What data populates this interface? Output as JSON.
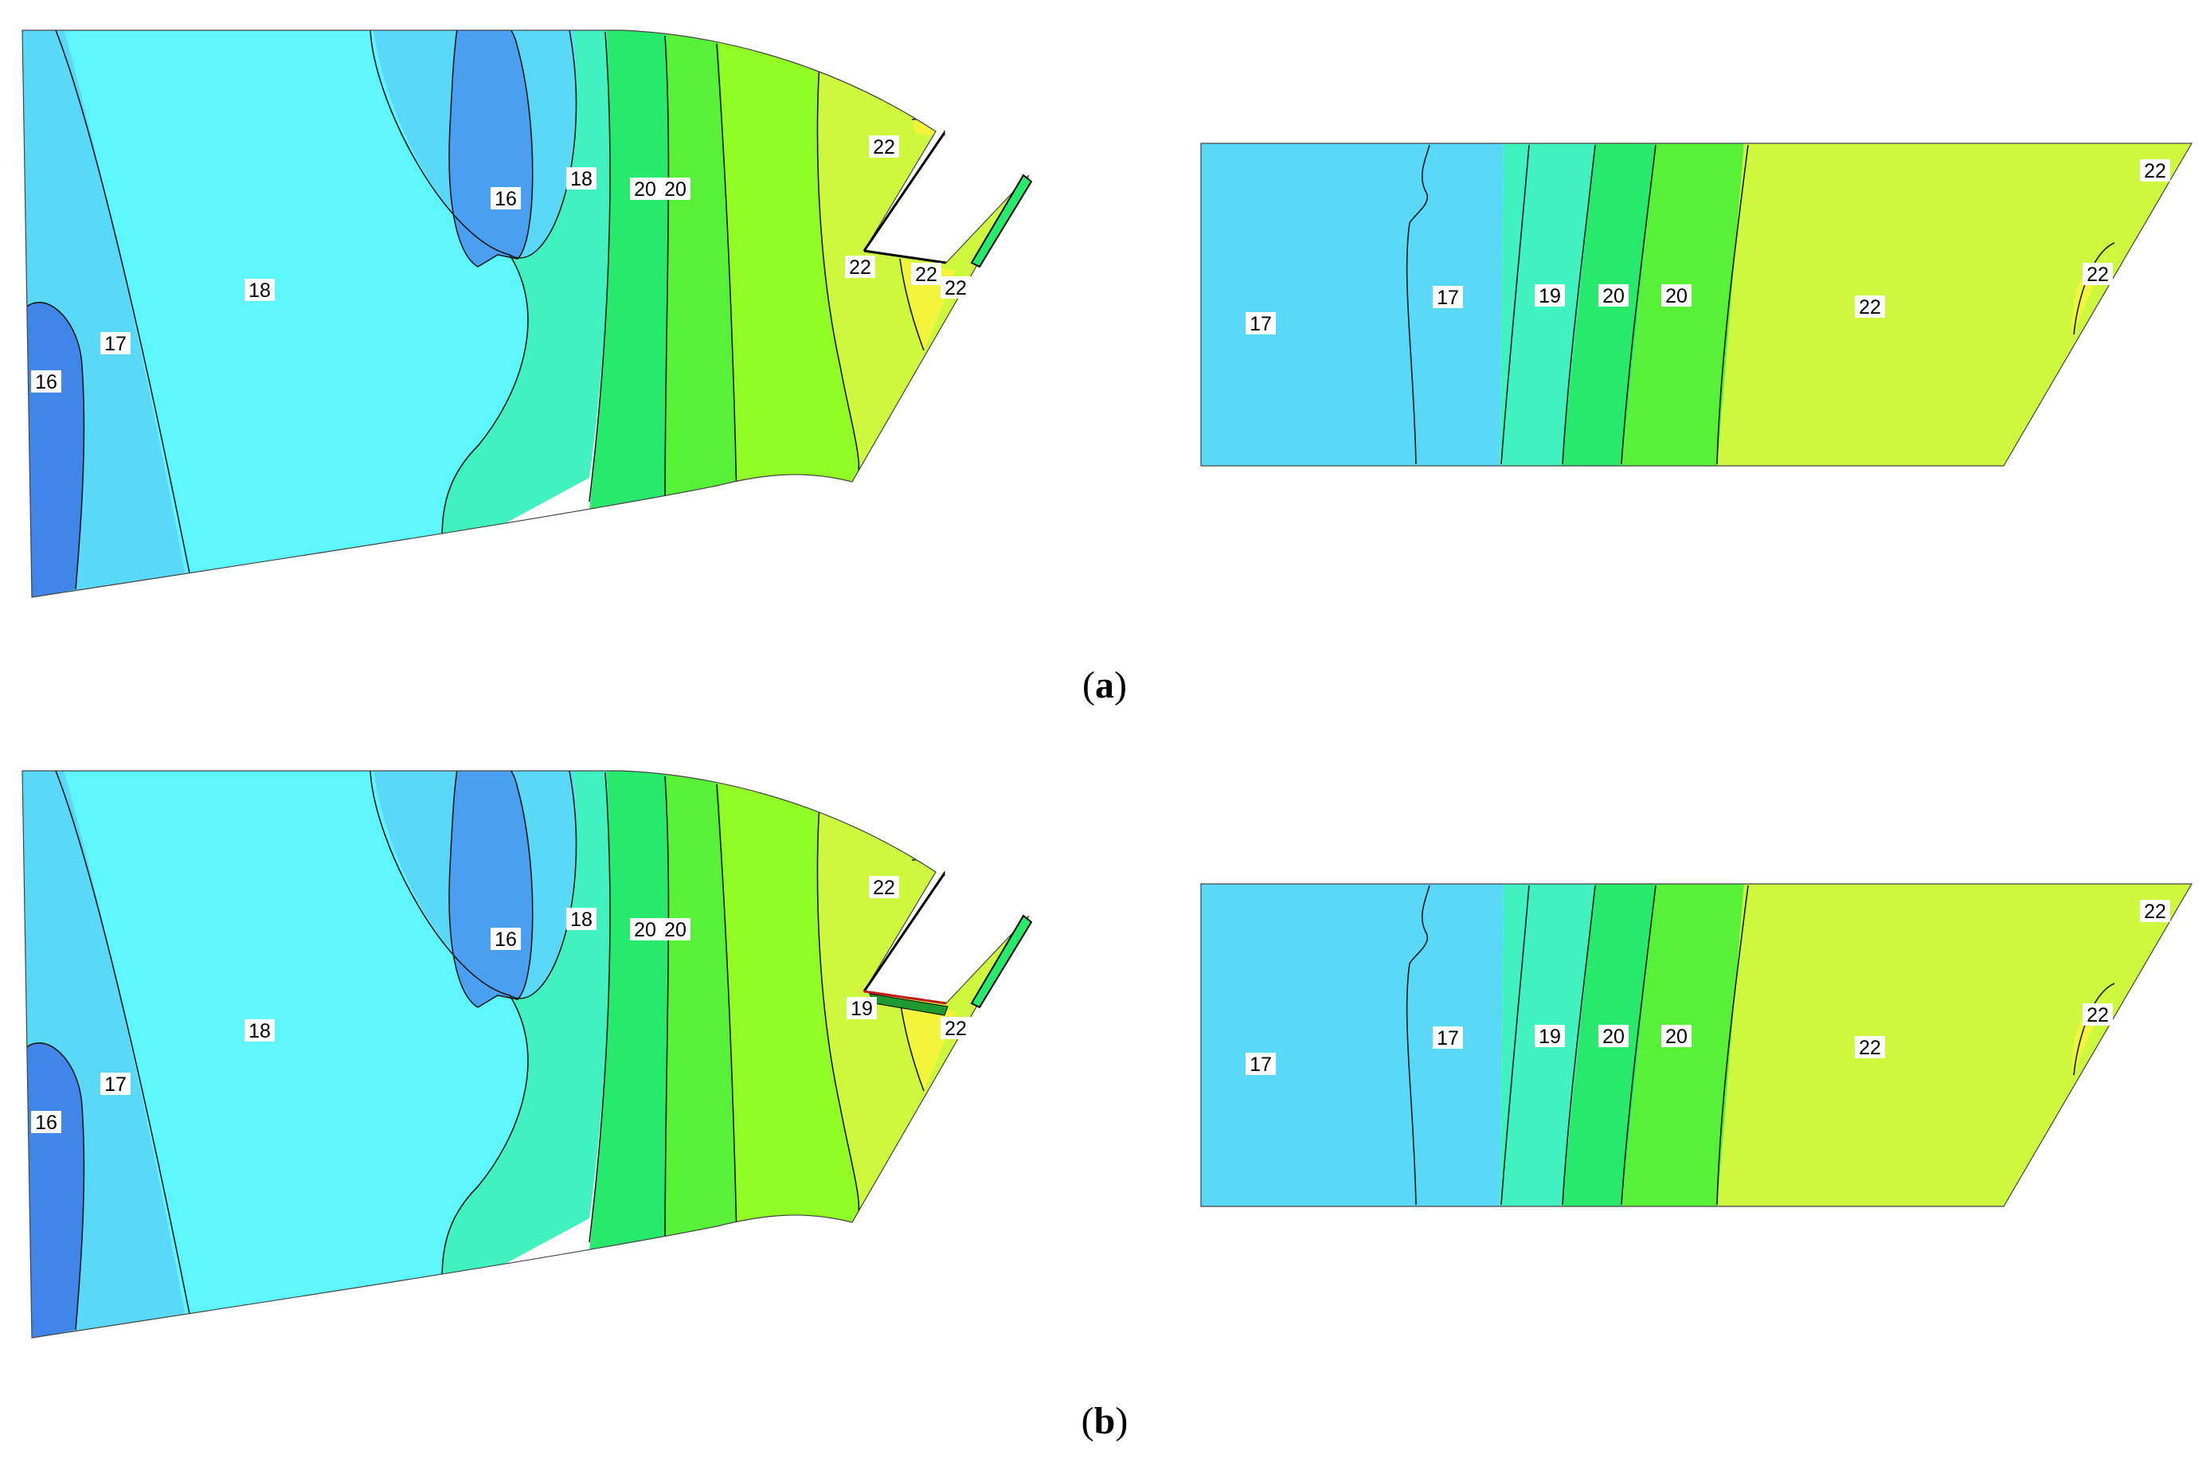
{
  "colors": {
    "c15": "#3f86e8",
    "c16": "#4a9ff0",
    "c17": "#5ad8f7",
    "c18": "#5df6fb",
    "c19": "#3ff2c0",
    "c20a": "#27ea6c",
    "c20b": "#57f238",
    "c21": "#93fb24",
    "c22": "#cdf83e",
    "c23": "#f2f53c"
  },
  "panels": [
    {
      "caption_letter": "a",
      "blade_labels": [
        "16",
        "17",
        "18",
        "16",
        "18",
        "20",
        "20",
        "22",
        "22",
        "22",
        "22"
      ],
      "channel_labels": [
        "17",
        "17",
        "19",
        "20",
        "20",
        "22",
        "22",
        "22"
      ]
    },
    {
      "caption_letter": "b",
      "blade_labels": [
        "16",
        "17",
        "18",
        "16",
        "18",
        "20",
        "20",
        "22",
        "19",
        "22"
      ],
      "channel_labels": [
        "17",
        "17",
        "19",
        "20",
        "20",
        "22",
        "22",
        "22"
      ]
    }
  ]
}
